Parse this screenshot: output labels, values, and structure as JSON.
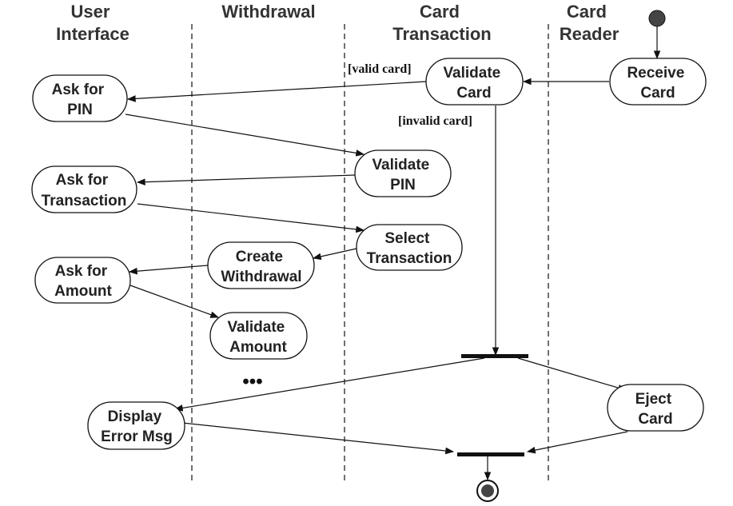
{
  "lanes": [
    {
      "id": "ui",
      "title": [
        "User",
        "Interface"
      ]
    },
    {
      "id": "wd",
      "title": [
        "Withdrawal"
      ]
    },
    {
      "id": "ct",
      "title": [
        "Card",
        "Transaction"
      ]
    },
    {
      "id": "cr",
      "title": [
        "Card",
        "Reader"
      ]
    }
  ],
  "nodes": {
    "receive_card": [
      "Receive",
      "Card"
    ],
    "validate_card": [
      "Validate",
      "Card"
    ],
    "ask_pin": [
      "Ask for",
      "PIN"
    ],
    "validate_pin": [
      "Validate",
      "PIN"
    ],
    "ask_transaction": [
      "Ask for",
      "Transaction"
    ],
    "select_transaction": [
      "Select",
      "Transaction"
    ],
    "create_withdrawal": [
      "Create",
      "Withdrawal"
    ],
    "ask_amount": [
      "Ask for",
      "Amount"
    ],
    "validate_amount": [
      "Validate",
      "Amount"
    ],
    "display_error": [
      "Display",
      "Error Msg"
    ],
    "eject_card": [
      "Eject",
      "Card"
    ]
  },
  "guards": {
    "valid_card": "[valid card]",
    "invalid_card": "[invalid card]"
  },
  "ellipsis": "•••"
}
